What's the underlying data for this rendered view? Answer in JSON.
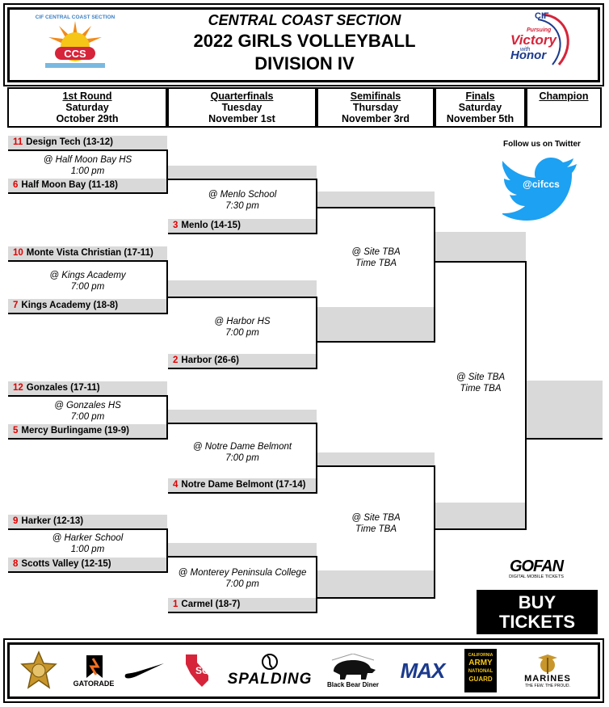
{
  "header": {
    "section": "CENTRAL COAST SECTION",
    "title": "2022 GIRLS VOLLEYBALL",
    "division": "DIVISION IV",
    "ccs_logo_text": "CCS",
    "ccs_logo_arc": "CIF CENTRAL COAST SECTION",
    "cif_logo_top": "CIF",
    "cif_logo_pursuing": "Pursuing",
    "cif_logo_victory": "Victory",
    "cif_logo_with": "with",
    "cif_logo_honor": "Honor"
  },
  "rounds": [
    {
      "name": "1st Round",
      "day": "Saturday",
      "date": "October 29th"
    },
    {
      "name": "Quarterfinals",
      "day": "Tuesday",
      "date": "November 1st"
    },
    {
      "name": "Semifinals",
      "day": "Thursday",
      "date": "November 3rd"
    },
    {
      "name": "Finals",
      "day": "Saturday",
      "date": "November 5th"
    },
    {
      "name": "Champion"
    }
  ],
  "first_round": [
    {
      "top_seed": "11",
      "top_team": "Design Tech (13-12)",
      "venue": "@ Half Moon Bay HS",
      "time": "1:00 pm",
      "bottom_seed": "6",
      "bottom_team": "Half Moon Bay (11-18)"
    },
    {
      "top_seed": "10",
      "top_team": "Monte Vista Christian (17-11)",
      "venue": "@ Kings Academy",
      "time": "7:00 pm",
      "bottom_seed": "7",
      "bottom_team": "Kings Academy (18-8)"
    },
    {
      "top_seed": "12",
      "top_team": "Gonzales (17-11)",
      "venue": "@ Gonzales HS",
      "time": "7:00 pm",
      "bottom_seed": "5",
      "bottom_team": "Mercy Burlingame (19-9)"
    },
    {
      "top_seed": "9",
      "top_team": "Harker (12-13)",
      "venue": "@ Harker School",
      "time": "1:00 pm",
      "bottom_seed": "8",
      "bottom_team": "Scotts Valley (12-15)"
    }
  ],
  "quarterfinals": [
    {
      "venue": "@ Menlo School",
      "time": "7:30 pm",
      "seed": "3",
      "team": "Menlo (14-15)"
    },
    {
      "venue": "@ Harbor HS",
      "time": "7:00 pm",
      "seed": "2",
      "team": "Harbor (26-6)"
    },
    {
      "venue": "@ Notre Dame Belmont",
      "time": "7:00 pm",
      "seed": "4",
      "team": "Notre Dame Belmont (17-14)"
    },
    {
      "venue": "@ Monterey Peninsula College",
      "time": "7:00 pm",
      "seed": "1",
      "team": "Carmel (18-7)"
    }
  ],
  "semifinals": [
    {
      "venue": "@ Site TBA",
      "time": "Time TBA"
    },
    {
      "venue": "@ Site TBA",
      "time": "Time TBA"
    }
  ],
  "finals": {
    "venue": "@ Site TBA",
    "time": "Time TBA"
  },
  "social": {
    "follow": "Follow us on Twitter",
    "handle": "@cifccs"
  },
  "tickets": {
    "gofan": "GOFAN",
    "gofan_sub": "DIGITAL MOBILE TICKETS",
    "buy_line1": "BUY",
    "buy_line2": "TICKETS"
  },
  "sponsors": {
    "gatorade": "GATORADE",
    "spalding": "SPALDING",
    "blackbear": "Black Bear Diner",
    "maxpreps": "MAX",
    "army_line1": "CALIFORNIA",
    "army_line2": "ARMY",
    "army_line3": "NATIONAL",
    "army_line4": "GUARD",
    "marines": "MARINES",
    "marines_sub": "THE FEW. THE PROUD."
  },
  "colors": {
    "seed_red": "#e00000",
    "slot_gray": "#d9d9d9",
    "twitter_blue": "#1da1f2",
    "button_black": "#000000"
  }
}
